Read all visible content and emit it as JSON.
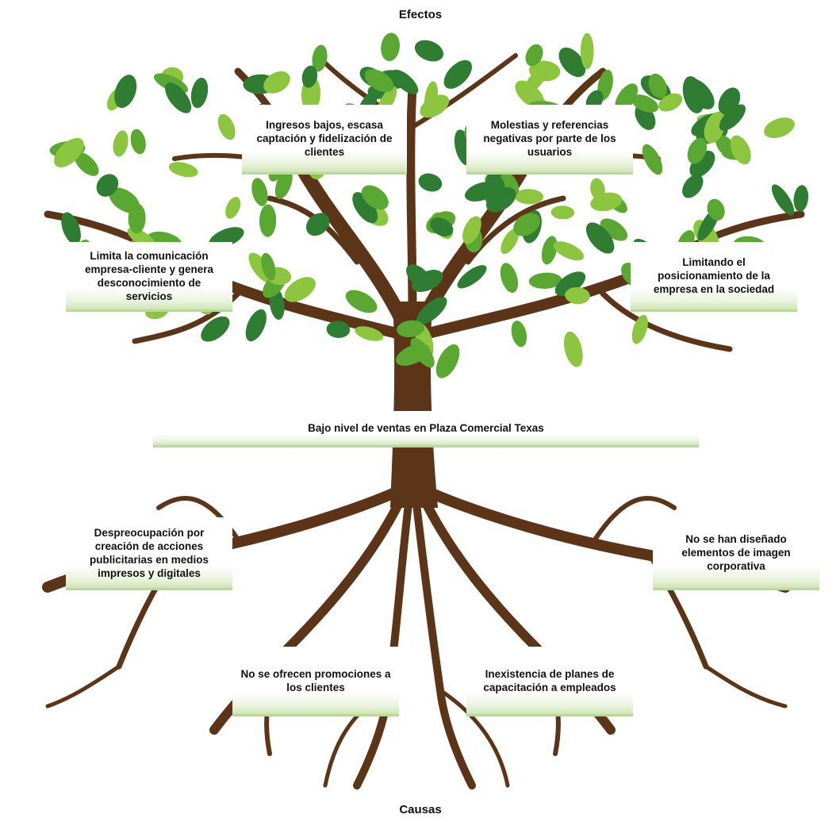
{
  "headings": {
    "top": "Efectos",
    "bottom": "Causas"
  },
  "effects": [
    "Ingresos bajos, escasa captación y fidelización de clientes",
    "Molestias y referencias negativas por parte de los usuarios",
    "Limita la comunicación empresa-cliente y genera desconocimiento de servicios",
    "Limitando el posicionamiento de la empresa en la sociedad"
  ],
  "problem": "Bajo nivel de ventas en Plaza Comercial Texas",
  "causes": [
    "Despreocupación por creación de acciones publicitarias en medios impresos y digitales",
    "No se han diseñado elementos de imagen corporativa",
    "No se ofrecen promociones a los clientes",
    "Inexistencia de planes de capacitación a empleados"
  ],
  "colors": {
    "trunk": "#5c3519",
    "leaf_light": "#8cc63f",
    "leaf_mid": "#5aa832",
    "leaf_dark": "#2f7d32",
    "box_accent": "#b9d99a"
  }
}
